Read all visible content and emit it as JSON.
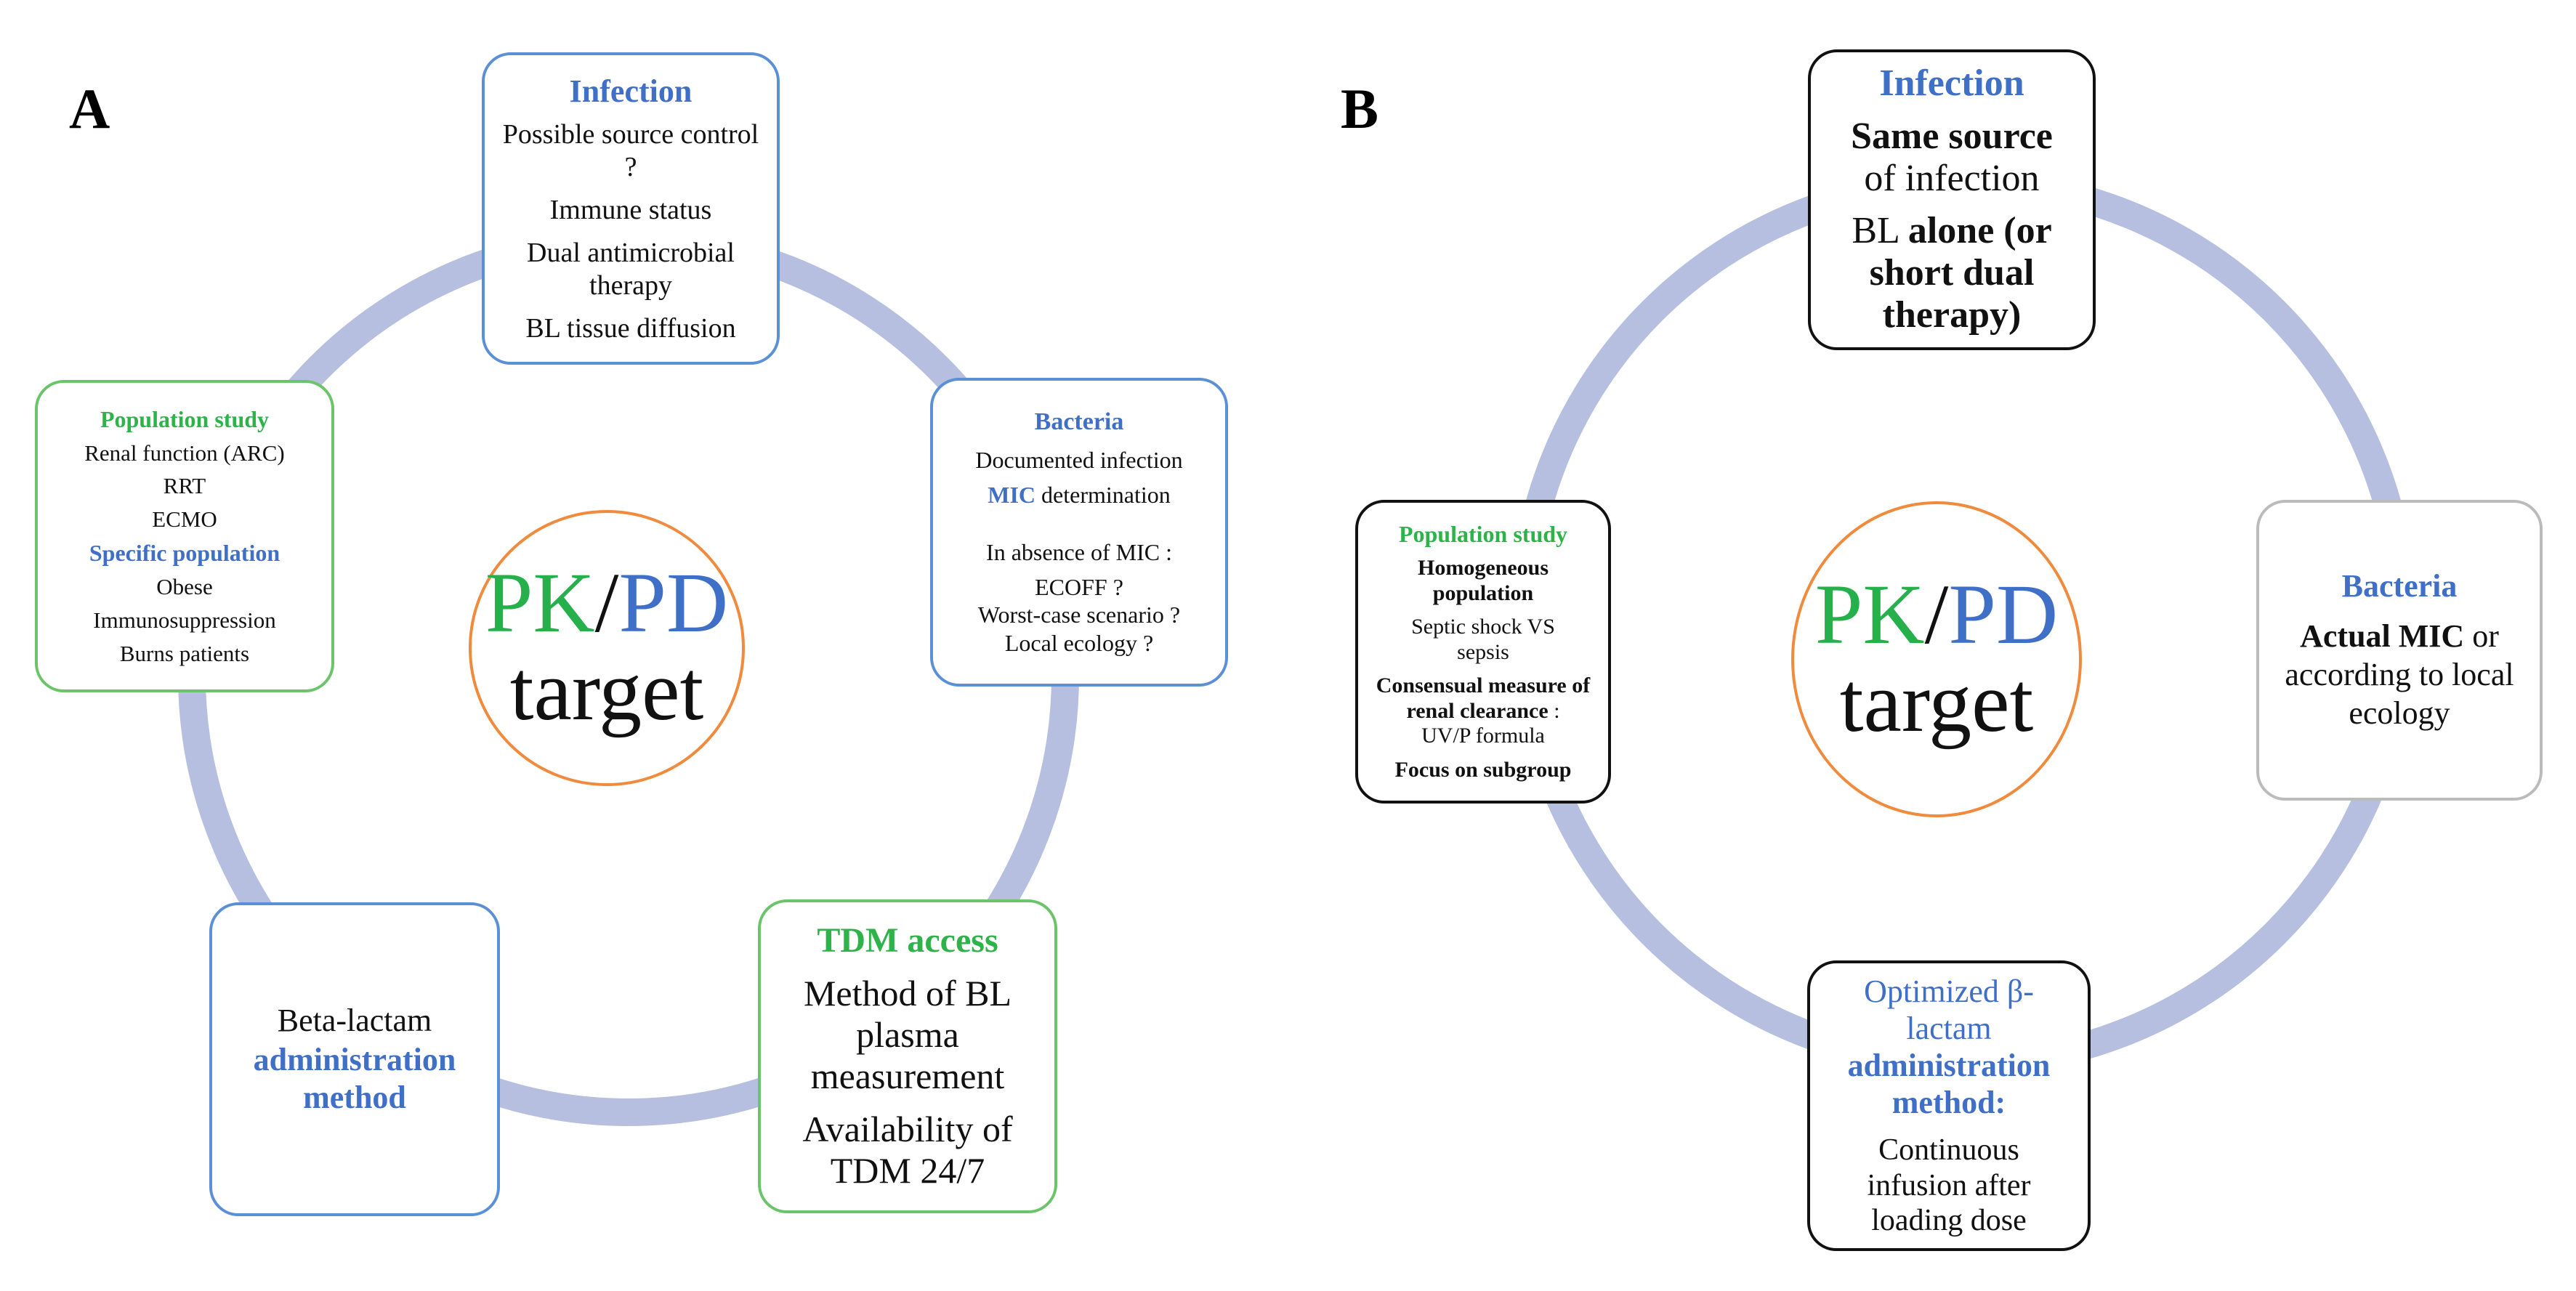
{
  "panel_a": {
    "label": "A",
    "center": {
      "pk": "PK",
      "slash": "/",
      "pd": "PD",
      "target": "target"
    },
    "infection": {
      "title": "Infection",
      "lines": [
        "Possible source control ?",
        "Immune status",
        "Dual antimicrobial therapy",
        "BL tissue diffusion"
      ]
    },
    "bacteria": {
      "title": "Bacteria",
      "line1": "Documented infection",
      "mic_word": "MIC",
      "mic_rest": " determination",
      "absence": "In absence of MIC :",
      "ecoff": "ECOFF ?",
      "worst": "Worst-case scenario ?",
      "ecology": "Local ecology ?"
    },
    "tdm": {
      "title": "TDM access",
      "line1": "Method of BL plasma measurement",
      "line2": "Availability of TDM 24/7"
    },
    "admin": {
      "line1": "Beta-lactam",
      "line2": "administration method"
    },
    "population": {
      "title": "Population study",
      "items1": [
        "Renal function (ARC)",
        "RRT",
        "ECMO"
      ],
      "subtitle": "Specific population",
      "items2": [
        "Obese",
        "Immunosuppression",
        "Burns patients"
      ]
    }
  },
  "panel_b": {
    "label": "B",
    "center": {
      "pk": "PK",
      "slash": "/",
      "pd": "PD",
      "target": "target"
    },
    "infection": {
      "title": "Infection",
      "same_bold": "Same source",
      "same_rest": "of infection",
      "bl_plain": "BL ",
      "bl_bold": "alone (or short dual therapy)"
    },
    "bacteria": {
      "title": "Bacteria",
      "mic_bold": "Actual MIC",
      "mic_rest": " or according to local ecology"
    },
    "admin": {
      "title_plain": "Optimized β-lactam",
      "title_bold": "administration method:",
      "body": "Continuous infusion after loading dose"
    },
    "population": {
      "title": "Population study",
      "homog": "Homogeneous population",
      "septic": "Septic shock VS sepsis",
      "consensual_bold": "Consensual measure of renal clearance",
      "consensual_rest": " :",
      "formula": "UV/P formula",
      "focus": "Focus on subgroup"
    }
  },
  "colors": {
    "ring": "#b6bfe0",
    "center_border": "#f08a3c",
    "blue": "#3f6fc6",
    "green": "#2db34a"
  }
}
